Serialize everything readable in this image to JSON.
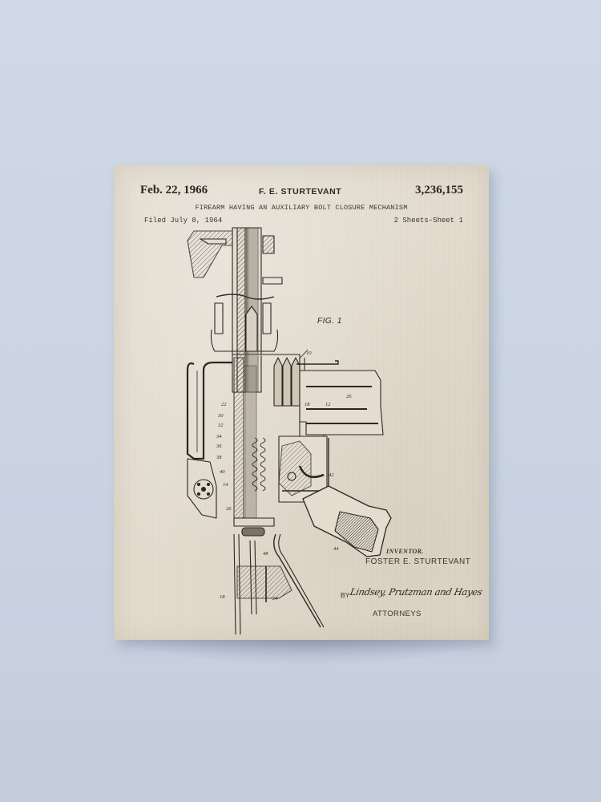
{
  "scene": {
    "description": "Canvas print of vintage patent drawing hanging on a wall",
    "wall_color": "#c9d3e2",
    "canvas_color": "#e3dccf",
    "ink_color": "#2a2622"
  },
  "patent": {
    "date": "Feb. 22, 1966",
    "inventor_header": "F. E. STURTEVANT",
    "number": "3,236,155",
    "title": "FIREARM HAVING AN AUXILIARY BOLT CLOSURE MECHANISM",
    "filed": "Filed July 8, 1964",
    "sheets": "2 Sheets-Sheet 1",
    "figure_label": "FIG. 1",
    "figure_ref": "10",
    "inventor_role": "INVENTOR.",
    "inventor_name": "FOSTER  E. STURTEVANT",
    "by": "BY",
    "signature": "Lindsey, Prutzman and Hayes",
    "attorneys": "ATTORNEYS"
  }
}
